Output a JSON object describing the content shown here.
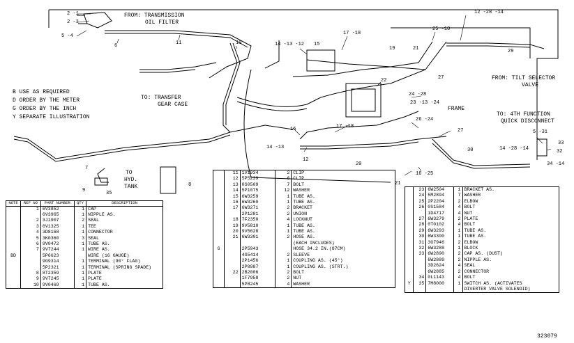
{
  "diagram": {
    "callouts": {
      "from_transmission": "FROM: TRANSMISSION",
      "oil_filter": "OIL FILTER",
      "to_transfer": "TO: TRANSFER",
      "gear_case": "GEAR CASE",
      "from_tilt": "FROM: TILT SELECTOR",
      "valve": "VALVE",
      "frame": "FRAME",
      "to_4th": "TO: 4TH FUNCTION",
      "quick_disconnect": "QUICK DISCONNECT",
      "to_hyd": "TO",
      "hyd": "HYD.",
      "tank": "TANK"
    },
    "legend": [
      "B   USE AS REQUIRED",
      "D   ORDER BY THE METER",
      "G   ORDER BY THE INCH",
      "Y   SEPARATE ILLUSTRATION"
    ],
    "item_numbers": {
      "n2_1": "2 -1",
      "n2_3": "2 -3",
      "n5_4": "5 -4",
      "n6": "6",
      "n11": "11",
      "n10": "10",
      "n14_13_12": "14 -13 -12",
      "n15": "15",
      "n17_18a": "17 -18",
      "n19": "19",
      "n25_18": "25 -18",
      "n12_28_14": "12 -28 -14",
      "n29": "29",
      "n21a": "21",
      "n27a": "27",
      "n22": "22",
      "n24_28": "24 -28",
      "n23_13_24": "23 -13 -24",
      "n16": "16",
      "n17_18b": "17 -18",
      "n14_13": "14 -13",
      "n12": "12",
      "n20": "20",
      "n26_24": "26 -24",
      "n27b": "27",
      "n5_31": "5 -31",
      "n30": "30",
      "n14_28_14": "14 -28 -14",
      "n33": "33",
      "n32": "32",
      "n34_14": "34 -14",
      "n16_25": "16 -25",
      "n21b": "21",
      "n7": "7",
      "n9": "9",
      "n35": "35",
      "n8": "8"
    },
    "figure_number": "323079"
  },
  "table_left": {
    "headers": [
      "NOTE",
      "REF NO",
      "PART NUMBER",
      "QTY",
      "DESCRIPTION"
    ],
    "rows": [
      [
        "",
        "1",
        "6V3852",
        "1",
        "CAP"
      ],
      [
        "",
        "",
        "6V3965",
        "1",
        "NIPPLE AS."
      ],
      [
        "",
        "2",
        "3J1907",
        "2",
        "SEAL"
      ],
      [
        "",
        "3",
        "6V1325",
        "1",
        "TEE"
      ],
      [
        "",
        "4",
        "3D8168",
        "1",
        "CONNECTOR"
      ],
      [
        "",
        "5",
        "3K0360",
        "3",
        "SEAL"
      ],
      [
        "",
        "6",
        "9V0472",
        "1",
        "TUBE AS."
      ],
      [
        "",
        "7",
        "9V7244",
        "1",
        "WIRE AS."
      ],
      [
        "BD",
        "",
        "5P6623",
        "",
        "WIRE (16 GAUGE)"
      ],
      [
        "",
        "",
        "9G9314",
        "1",
        "TERMINAL (90° FLAG)"
      ],
      [
        "",
        "",
        "5P2321",
        "1",
        "TERMINAL (SPRING SPADE)"
      ],
      [
        "",
        "8",
        "8T2359",
        "1",
        "PLATE"
      ],
      [
        "",
        "9",
        "9V7245",
        "1",
        "PLATE"
      ],
      [
        "",
        "10",
        "9V0469",
        "1",
        "TUBE AS."
      ]
    ]
  },
  "table_mid": {
    "rows": [
      [
        "",
        "11",
        "1V1934",
        "2",
        "CLIP"
      ],
      [
        "",
        "12",
        "5P5239",
        "6",
        "CLIP"
      ],
      [
        "",
        "13",
        "0S0509",
        "7",
        "BOLT"
      ],
      [
        "",
        "14",
        "5P1075",
        "12",
        "WASHER"
      ],
      [
        "",
        "15",
        "6W3259",
        "1",
        "TUBE AS."
      ],
      [
        "",
        "16",
        "6W3260",
        "1",
        "TUBE AS."
      ],
      [
        "",
        "17",
        "6W3271",
        "2",
        "BRACKET"
      ],
      [
        "",
        "",
        "2P1281",
        "2",
        "UNION"
      ],
      [
        "",
        "18",
        "7F2350",
        "4",
        "LOCKNUT"
      ],
      [
        "",
        "19",
        "9V5810",
        "1",
        "TUBE AS."
      ],
      [
        "",
        "20",
        "9V5628",
        "1",
        "TUBE AS."
      ],
      [
        "",
        "21",
        "6W3301",
        "2",
        "HOSE AS."
      ],
      [
        "",
        "",
        "",
        "",
        "(EACH INCLUDES)"
      ],
      [
        "G",
        "",
        "2P5943",
        "",
        "HOSE 34.2 IN.(87CM)"
      ],
      [
        "",
        "",
        "4S5414",
        "2",
        "SLEEVE"
      ],
      [
        "",
        "",
        "2P1456",
        "1",
        "COUPLING AS. (45°)"
      ],
      [
        "",
        "",
        "2P0987",
        "1",
        "COUPLING AS. (STRT.)"
      ],
      [
        "",
        "22",
        "2B2006",
        "2",
        "BOLT"
      ],
      [
        "",
        "",
        "1F7958",
        "2",
        "NUT"
      ],
      [
        "",
        "",
        "5P8245",
        "4",
        "WASHER"
      ]
    ]
  },
  "table_right": {
    "rows": [
      [
        "",
        "23",
        "6W2504",
        "1",
        "BRACKET AS."
      ],
      [
        "",
        "24",
        "5M2894",
        "7",
        "WASHER"
      ],
      [
        "",
        "25",
        "2P2204",
        "2",
        "ELBOW"
      ],
      [
        "",
        "26",
        "0S1584",
        "4",
        "BOLT"
      ],
      [
        "",
        "",
        "1D4717",
        "4",
        "NUT"
      ],
      [
        "",
        "27",
        "6W3279",
        "2",
        "PLATE"
      ],
      [
        "",
        "28",
        "0T0102",
        "4",
        "BOLT"
      ],
      [
        "",
        "29",
        "6W3293",
        "1",
        "TUBE AS."
      ],
      [
        "",
        "30",
        "6W3300",
        "1",
        "TUBE AS."
      ],
      [
        "",
        "31",
        "3G7946",
        "2",
        "ELBOW"
      ],
      [
        "",
        "32",
        "6W3288",
        "1",
        "BLOCK"
      ],
      [
        "",
        "33",
        "6W2890",
        "2",
        "CAP AS. (DUST)"
      ],
      [
        "",
        "",
        "6W2889",
        "2",
        "NIPPLE AS."
      ],
      [
        "",
        "",
        "3D2624",
        "4",
        "SEAL"
      ],
      [
        "",
        "",
        "6W2885",
        "2",
        "CONNECTOR"
      ],
      [
        "",
        "34",
        "0L1143",
        "4",
        "BOLT"
      ],
      [
        "Y",
        "35",
        "7M8000",
        "1",
        "SWITCH AS. (ACTIVATES"
      ],
      [
        "",
        "",
        "",
        "",
        "DIVERTER VALVE SOLENOID)"
      ]
    ]
  }
}
